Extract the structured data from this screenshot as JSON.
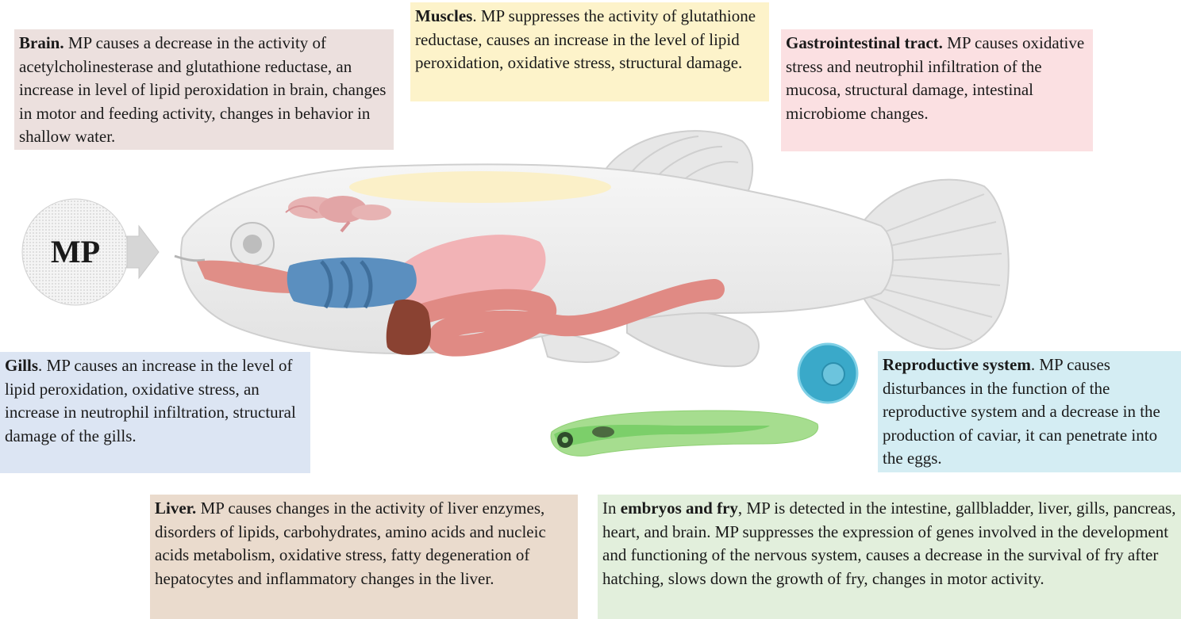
{
  "mp_label": "MP",
  "boxes": {
    "brain": {
      "title": "Brain.",
      "text": " MP causes a decrease in the activity of acetylcholinesterase and glutathione reductase, an increase in level of lipid peroxidation in brain, changes in motor and feeding activity, changes in behavior in shallow water."
    },
    "muscles": {
      "title": "Muscles",
      "text": ". MP suppresses the activity of glutathione reductase, causes an increase in the level of lipid peroxidation, oxidative stress, structural damage."
    },
    "gi": {
      "title": "Gastrointestinal tract.",
      "text": " MP causes oxidative stress and neutrophil infiltration of the mucosa, structural damage, intestinal microbiome changes."
    },
    "gills": {
      "title": "Gills",
      "text": ". MP causes an increase in the level of lipid peroxidation, oxidative stress, an increase in neutrophil infiltration, structural damage of the gills."
    },
    "reproductive": {
      "title": "Reproductive system",
      "text": ". MP causes disturbances in the function of the reproductive system and a decrease in the production of caviar, it can penetrate into the eggs."
    },
    "liver": {
      "title": "Liver.",
      "text": " MP causes changes in the activity of liver enzymes, disorders of lipids, carbohydrates, amino acids and nucleic acids metabolism, oxidative stress, fatty degeneration of hepatocytes and inflammatory changes in the liver."
    },
    "embryos": {
      "prefix": "In ",
      "title": "embryos and fry",
      "text": ", MP is detected in the intestine, gallbladder, liver, gills, pancreas, heart, and brain. MP suppresses the expression of genes involved in the development and functioning of the nervous system, causes a decrease in the survival of fry after hatching, slows down the growth of fry, changes in motor activity."
    }
  },
  "colors": {
    "brain_box": "#ece0de",
    "muscles_box": "#fdf3ca",
    "gi_box": "#fbe0e2",
    "gills_box": "#dce5f3",
    "reproductive_box": "#d4edf3",
    "liver_box": "#eadbcd",
    "embryos_box": "#e2efdc",
    "fish_body": "#ececec",
    "gill_organ": "#5b8fbf",
    "liver_organ": "#8a4232",
    "intestine": "#e08a84",
    "egg": "#3aa9c9",
    "larva": "#7ccf6a"
  }
}
